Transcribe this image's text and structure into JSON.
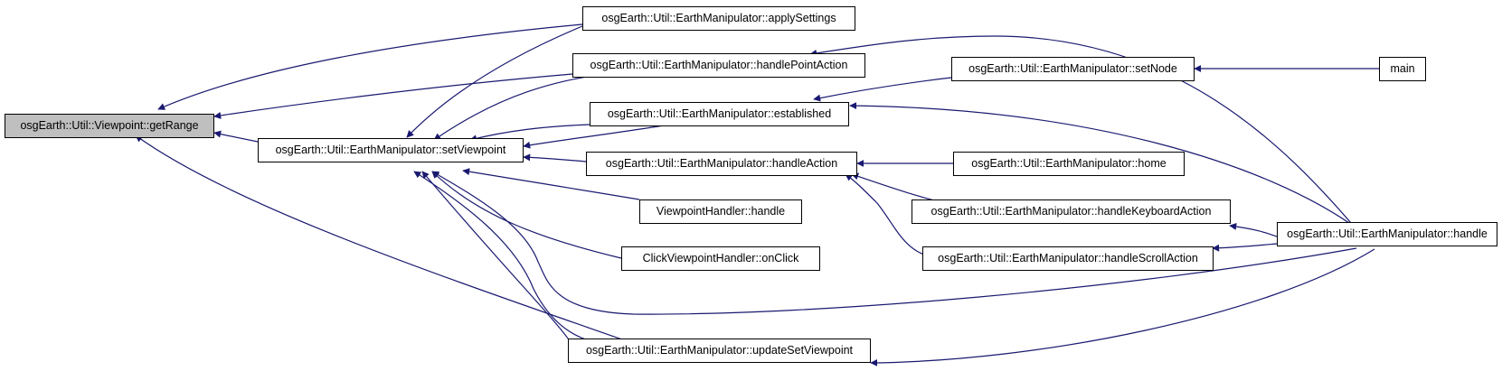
{
  "colors": {
    "edge": "#191970",
    "root_fill": "#bfbfbf",
    "node_fill": "#ffffff",
    "node_border": "#000000"
  },
  "nodes": {
    "getRange": "osgEarth::Util::Viewpoint::getRange",
    "setViewpoint": "osgEarth::Util::EarthManipulator::setViewpoint",
    "applySettings": "osgEarth::Util::EarthManipulator::applySettings",
    "handlePointAction": "osgEarth::Util::EarthManipulator::handlePointAction",
    "established": "osgEarth::Util::EarthManipulator::established",
    "handleAction": "osgEarth::Util::EarthManipulator::handleAction",
    "vpHandle": "ViewpointHandler::handle",
    "onClick": "ClickViewpointHandler::onClick",
    "updateSetViewpoint": "osgEarth::Util::EarthManipulator::updateSetViewpoint",
    "setNode": "osgEarth::Util::EarthManipulator::setNode",
    "home": "osgEarth::Util::EarthManipulator::home",
    "handleKeyboardAction": "osgEarth::Util::EarthManipulator::handleKeyboardAction",
    "handleScrollAction": "osgEarth::Util::EarthManipulator::handleScrollAction",
    "main": "main",
    "emHandle": "osgEarth::Util::EarthManipulator::handle"
  }
}
